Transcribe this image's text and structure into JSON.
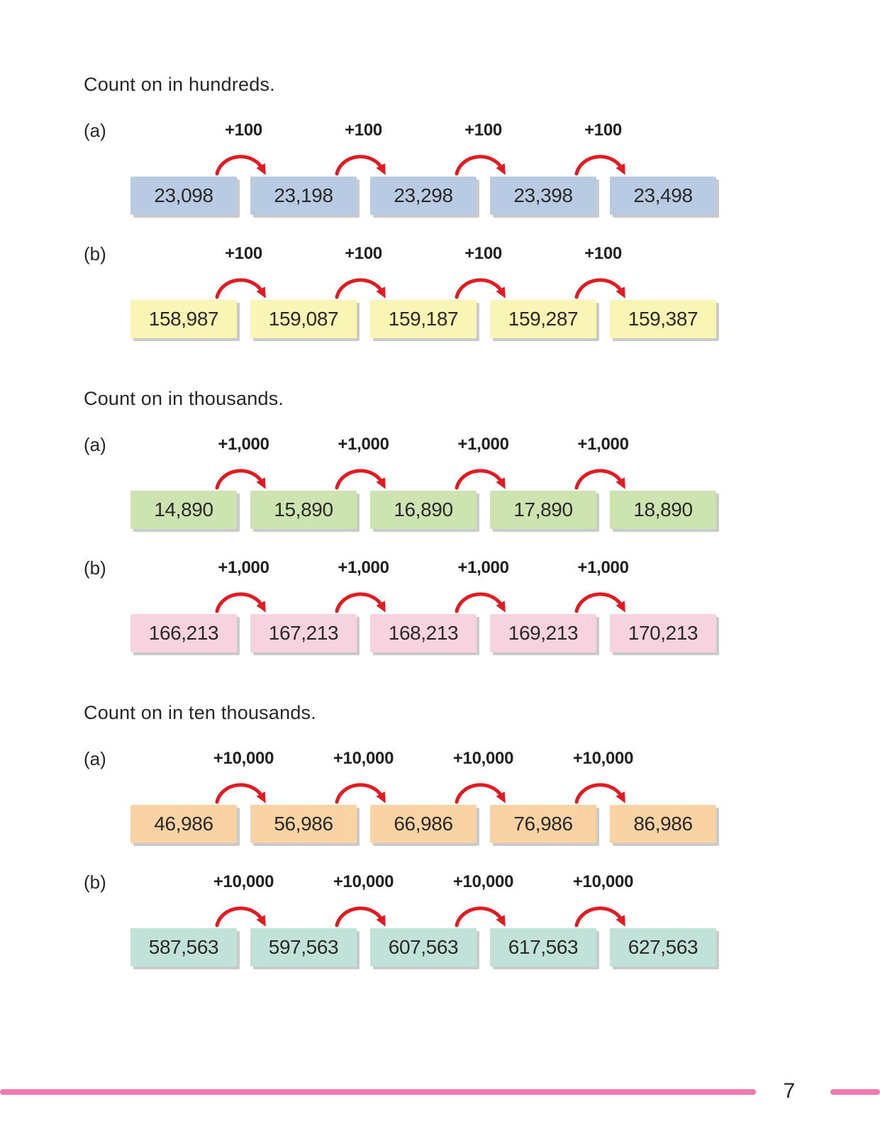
{
  "page": {
    "number": "7",
    "accent_pink": "#ef7aad",
    "arrow_red": "#e01b22",
    "text_color": "#2a2627",
    "shadow_gray": "#c9cacc"
  },
  "sections": [
    {
      "heading": "Count on in hundreds.",
      "rows": [
        {
          "label": "(a)",
          "increment": "+100",
          "box_color": "#b8cbe3",
          "values": [
            "23,098",
            "23,198",
            "23,298",
            "23,398",
            "23,498"
          ]
        },
        {
          "label": "(b)",
          "increment": "+100",
          "box_color": "#f8f5b5",
          "values": [
            "158,987",
            "159,087",
            "159,187",
            "159,287",
            "159,387"
          ]
        }
      ]
    },
    {
      "heading": "Count on in thousands.",
      "rows": [
        {
          "label": "(a)",
          "increment": "+1,000",
          "box_color": "#cde3b0",
          "values": [
            "14,890",
            "15,890",
            "16,890",
            "17,890",
            "18,890"
          ]
        },
        {
          "label": "(b)",
          "increment": "+1,000",
          "box_color": "#f7d3df",
          "values": [
            "166,213",
            "167,213",
            "168,213",
            "169,213",
            "170,213"
          ]
        }
      ]
    },
    {
      "heading": "Count on in ten thousands.",
      "rows": [
        {
          "label": "(a)",
          "increment": "+10,000",
          "box_color": "#f9d3a3",
          "values": [
            "46,986",
            "56,986",
            "66,986",
            "76,986",
            "86,986"
          ]
        },
        {
          "label": "(b)",
          "increment": "+10,000",
          "box_color": "#c1e2d8",
          "values": [
            "587,563",
            "597,563",
            "607,563",
            "617,563",
            "627,563"
          ]
        }
      ]
    }
  ]
}
